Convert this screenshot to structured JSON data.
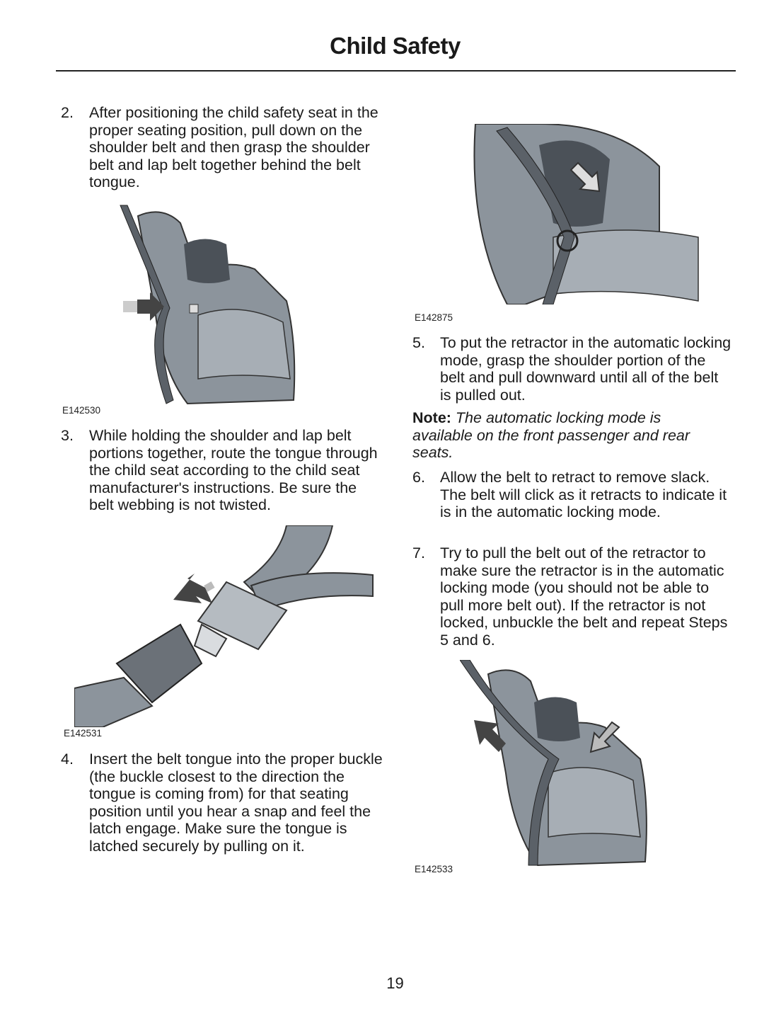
{
  "header": {
    "title": "Child Safety"
  },
  "left_column": {
    "steps": [
      {
        "number": "2.",
        "text": "After positioning the child safety seat in the proper seating position, pull down on the shoulder belt and then grasp the shoulder belt and lap belt together behind the belt tongue."
      },
      {
        "number": "3.",
        "text": "While holding the shoulder and lap belt portions together, route the tongue through the child seat according to the child seat manufacturer's instructions. Be sure the belt webbing is not twisted."
      },
      {
        "number": "4.",
        "text": "Insert the belt tongue into the proper buckle (the buckle closest to the direction the tongue is coming from) for that seating position until you hear a snap and feel the latch engage. Make sure the tongue is latched securely by pulling on it."
      }
    ],
    "figures": [
      {
        "code": "E142530"
      },
      {
        "code": "E142531"
      }
    ]
  },
  "right_column": {
    "figures": [
      {
        "code": "E142875"
      },
      {
        "code": "E142533"
      }
    ],
    "steps": [
      {
        "number": "5.",
        "text": "To put the retractor in the automatic locking mode, grasp the shoulder portion of the belt and pull downward until all of the belt is pulled out."
      },
      {
        "number": "6.",
        "text": "Allow the belt to retract to remove slack. The belt will click as it retracts to indicate it is in the automatic locking mode."
      },
      {
        "number": "7.",
        "text": "Try to pull the belt out of the retractor to make sure the retractor is in the automatic locking mode (you should not be able to pull more belt out). If the retractor is not locked, unbuckle the belt and repeat Steps 5 and 6."
      }
    ],
    "note": {
      "label": "Note:",
      "text": "The automatic locking mode is available on the front passenger and rear seats."
    }
  },
  "footer": {
    "page_number": "19"
  }
}
